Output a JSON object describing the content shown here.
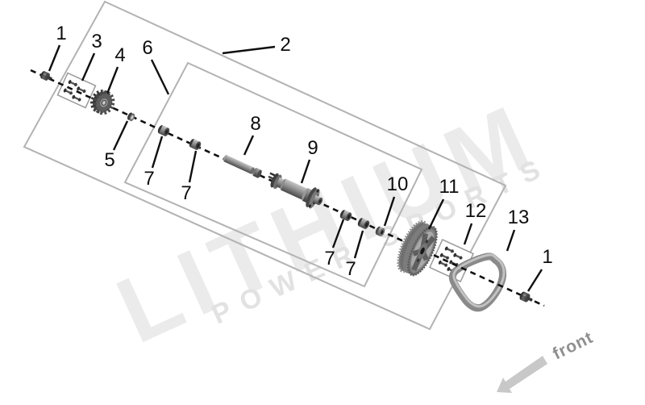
{
  "watermark": {
    "line1": "LITHIUM",
    "line2": "POWER SPORTS"
  },
  "front_label": "front",
  "colors": {
    "background": "#ffffff",
    "box_line": "#b2b2b2",
    "centerline": "#111111",
    "callout_text": "#0d0d0d",
    "watermark_large": "#ebebeb",
    "watermark_small": "#e2e2e2",
    "front_text": "#8f8f8f",
    "front_arrow": "#c8c8c8"
  },
  "callouts": [
    {
      "ref": "1",
      "part": "flange-nut-left"
    },
    {
      "ref": "2",
      "part": "outer-assembly-outline"
    },
    {
      "ref": "3",
      "part": "screw-kit-upper"
    },
    {
      "ref": "4",
      "part": "chain-sprocket"
    },
    {
      "ref": "5",
      "part": "washer"
    },
    {
      "ref": "6",
      "part": "inner-assembly-outline"
    },
    {
      "ref": "7",
      "part": "spacer-bushing-1"
    },
    {
      "ref": "7",
      "part": "spacer-bushing-2"
    },
    {
      "ref": "7",
      "part": "spacer-bushing-3"
    },
    {
      "ref": "7",
      "part": "spacer-bushing-4"
    },
    {
      "ref": "8",
      "part": "axle-spacer-shaft"
    },
    {
      "ref": "9",
      "part": "wheel-hub"
    },
    {
      "ref": "10",
      "part": "flanged-washer"
    },
    {
      "ref": "11",
      "part": "timing-pulley"
    },
    {
      "ref": "12",
      "part": "screw-kit-lower"
    },
    {
      "ref": "13",
      "part": "drive-belt"
    },
    {
      "ref": "1",
      "part": "flange-nut-right"
    }
  ]
}
